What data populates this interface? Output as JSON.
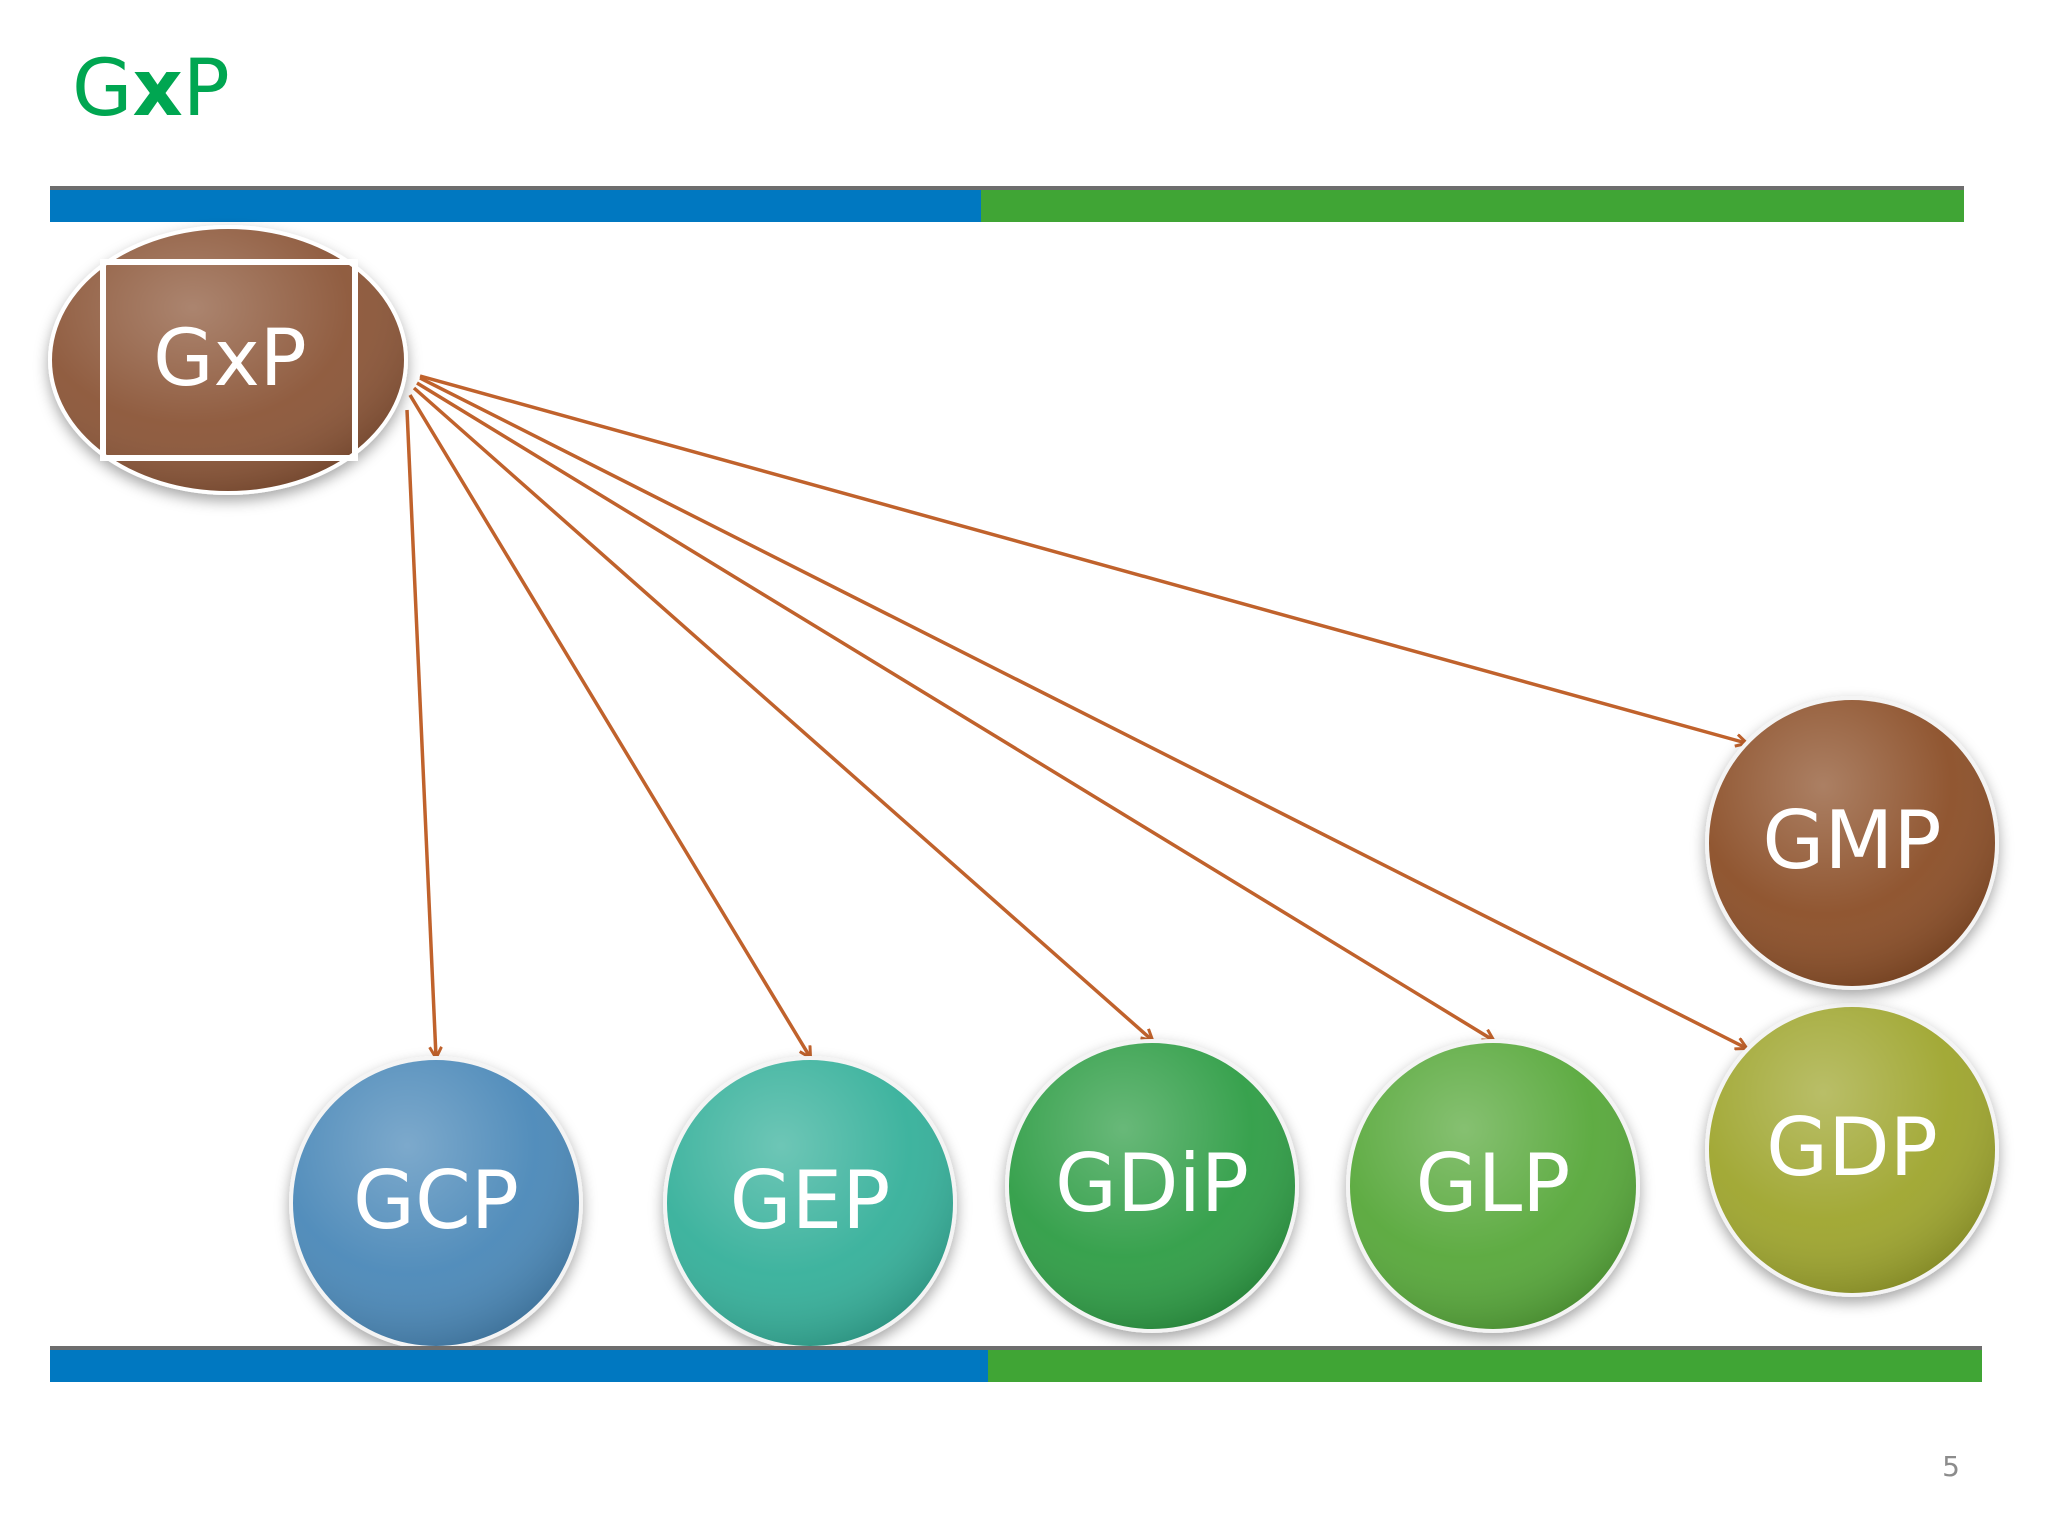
{
  "slide": {
    "title_parts": [
      "G",
      "x",
      "P"
    ],
    "page_number": "5"
  },
  "diagram": {
    "root": {
      "label": "GxP",
      "color": "#8b5537"
    },
    "children": [
      {
        "label": "GCP",
        "color": "#4a88b8"
      },
      {
        "label": "GEP",
        "color": "#35b09a"
      },
      {
        "label": "GDiP",
        "color": "#2e9d45"
      },
      {
        "label": "GLP",
        "color": "#57a83a"
      },
      {
        "label": "GDP",
        "color": "#9ea52d"
      },
      {
        "label": "GMP",
        "color": "#8b4e27"
      }
    ],
    "arrow_color": "#c0622c",
    "band_colors": {
      "blue": "#0078c1",
      "green": "#40a535",
      "line": "#6d6d6d"
    }
  }
}
